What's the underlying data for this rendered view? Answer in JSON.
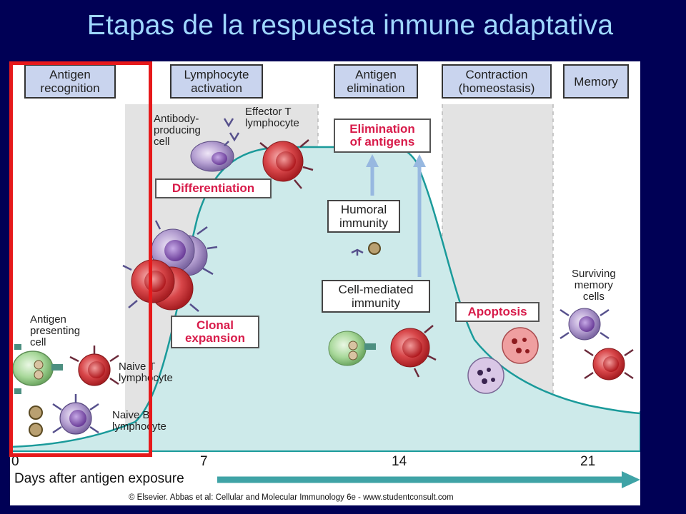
{
  "slide": {
    "title": "Etapas de la respuesta inmune adaptativa"
  },
  "phases": [
    {
      "name": "Antigen\nrecognition"
    },
    {
      "name": "Lymphocyte\nactivation"
    },
    {
      "name": "Antigen\nelimination"
    },
    {
      "name": "Contraction\n(homeostasis)"
    },
    {
      "name": "Memory"
    }
  ],
  "process_labels": {
    "differentiation": "Differentiation",
    "clonal_expansion": "Clonal\nexpansion",
    "elimination": "Elimination\nof antigens",
    "apoptosis": "Apoptosis"
  },
  "immunity_labels": {
    "humoral": "Humoral\nimmunity",
    "cell_mediated": "Cell-mediated\nimmunity"
  },
  "cell_labels": {
    "antibody_producing": "Antibody-\nproducing\ncell",
    "effector_t": "Effector T\nlymphocyte",
    "apc": "Antigen\npresenting\ncell",
    "naive_t": "Naive T\nlymphocyte",
    "naive_b": "Naive B\nlymphocyte",
    "memory": "Surviving\nmemory\ncells"
  },
  "axis": {
    "ticks": [
      "0",
      "7",
      "14",
      "21"
    ],
    "title": "Days after antigen exposure"
  },
  "copyright": "© Elsevier. Abbas et al: Cellular and Molecular Immunology 6e - www.studentconsult.com",
  "colors": {
    "background": "#000055",
    "title": "#9fd7ff",
    "curve_fill": "#cdeaea",
    "curve_line": "#1a9a9a",
    "shaded_phase": "#e3e3e3",
    "highlight": "#e6191b",
    "process_text": "#d81b4a",
    "arrow": "#3fa3a6"
  }
}
